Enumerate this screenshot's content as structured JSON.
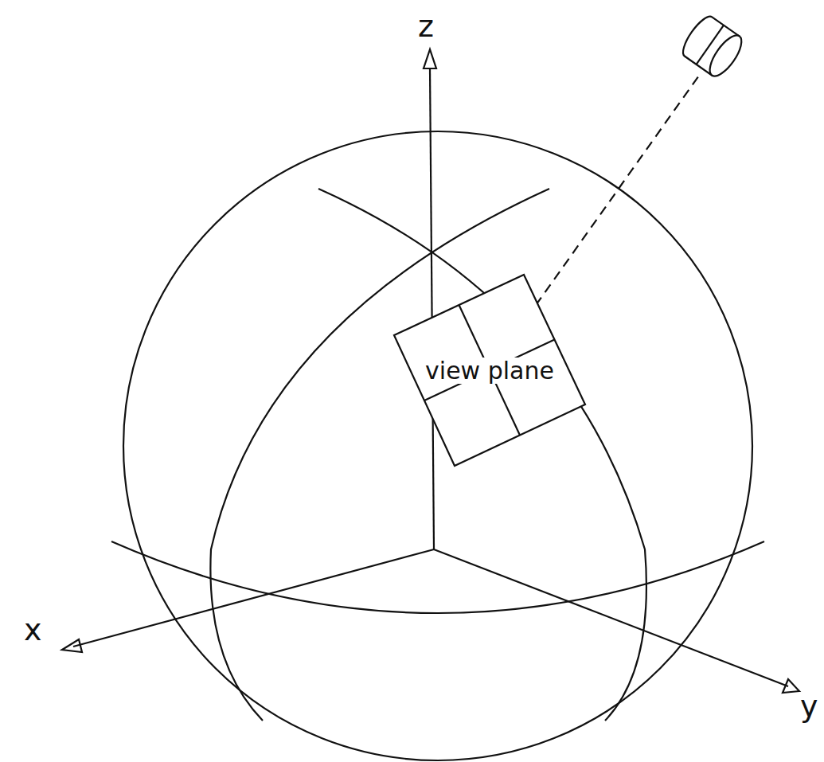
{
  "diagram": {
    "nodes": [
      {
        "text": [
          "view plane"
        ]
      }
    ],
    "labels": [
      "z",
      "x",
      "y"
    ]
  }
}
